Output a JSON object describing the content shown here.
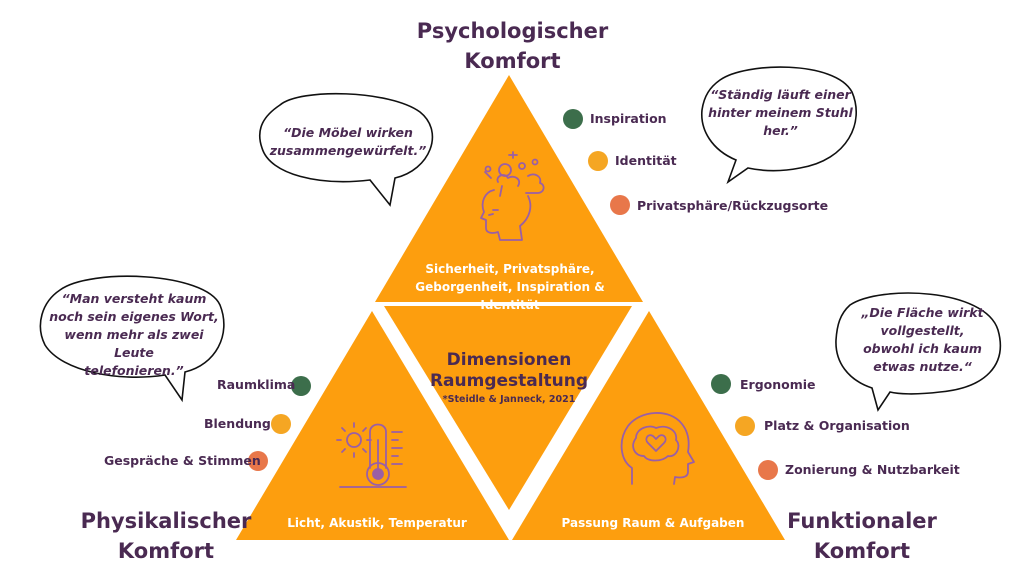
{
  "titles": {
    "top": [
      "Psychologischer",
      "Komfort"
    ],
    "left": [
      "Physikalischer",
      "Komfort"
    ],
    "right": [
      "Funktionaler",
      "Komfort"
    ]
  },
  "center": {
    "title": [
      "Dimensionen",
      "Raumgestaltung"
    ],
    "source": "*Steidle & Janneck, 2021"
  },
  "triangles": {
    "top": [
      "Sicherheit, Privatsphäre,",
      "Geborgenheit, Inspiration & Identität"
    ],
    "left": "Licht, Akustik, Temperatur",
    "right": "Passung Raum & Aufgaben"
  },
  "factors": {
    "top": [
      {
        "label": "Inspiration",
        "color": "#3c6e4b"
      },
      {
        "label": "Identität",
        "color": "#f5a623"
      },
      {
        "label": "Privatsphäre/Rückzugsorte",
        "color": "#e8774a"
      }
    ],
    "left": [
      {
        "label": "Raumklima",
        "color": "#3c6e4b"
      },
      {
        "label": "Blendung",
        "color": "#f5a623"
      },
      {
        "label": "Gespräche & Stimmen",
        "color": "#e8774a"
      }
    ],
    "right": [
      {
        "label": "Ergonomie",
        "color": "#3c6e4b"
      },
      {
        "label": "Platz & Organisation",
        "color": "#f5a623"
      },
      {
        "label": "Zonierung & Nutzbarkeit",
        "color": "#e8774a"
      }
    ]
  },
  "quotes": {
    "top_left": [
      "“Die Möbel wirken",
      "zusammengewürfelt.”"
    ],
    "top_right": [
      "“Ständig läuft einer",
      "hinter meinem Stuhl",
      "her.”"
    ],
    "left": [
      "“Man versteht kaum",
      "noch sein eigenes Wort,",
      "wenn mehr als zwei Leute",
      "telefonieren.”"
    ],
    "right": [
      "„Die Fläche wirkt",
      "vollgestellt,",
      "obwohl ich kaum",
      "etwas nutze.“"
    ]
  },
  "icons": {
    "top": "head-ideas-icon",
    "left": "thermometer-sun-icon",
    "right": "head-heart-icon"
  },
  "colors": {
    "orange": "#fd9e0e",
    "purple": "#4a2a52",
    "icon": "#9a5fa6",
    "green": "#3c6e4b",
    "yellow": "#f5a623",
    "coral": "#e8774a"
  }
}
